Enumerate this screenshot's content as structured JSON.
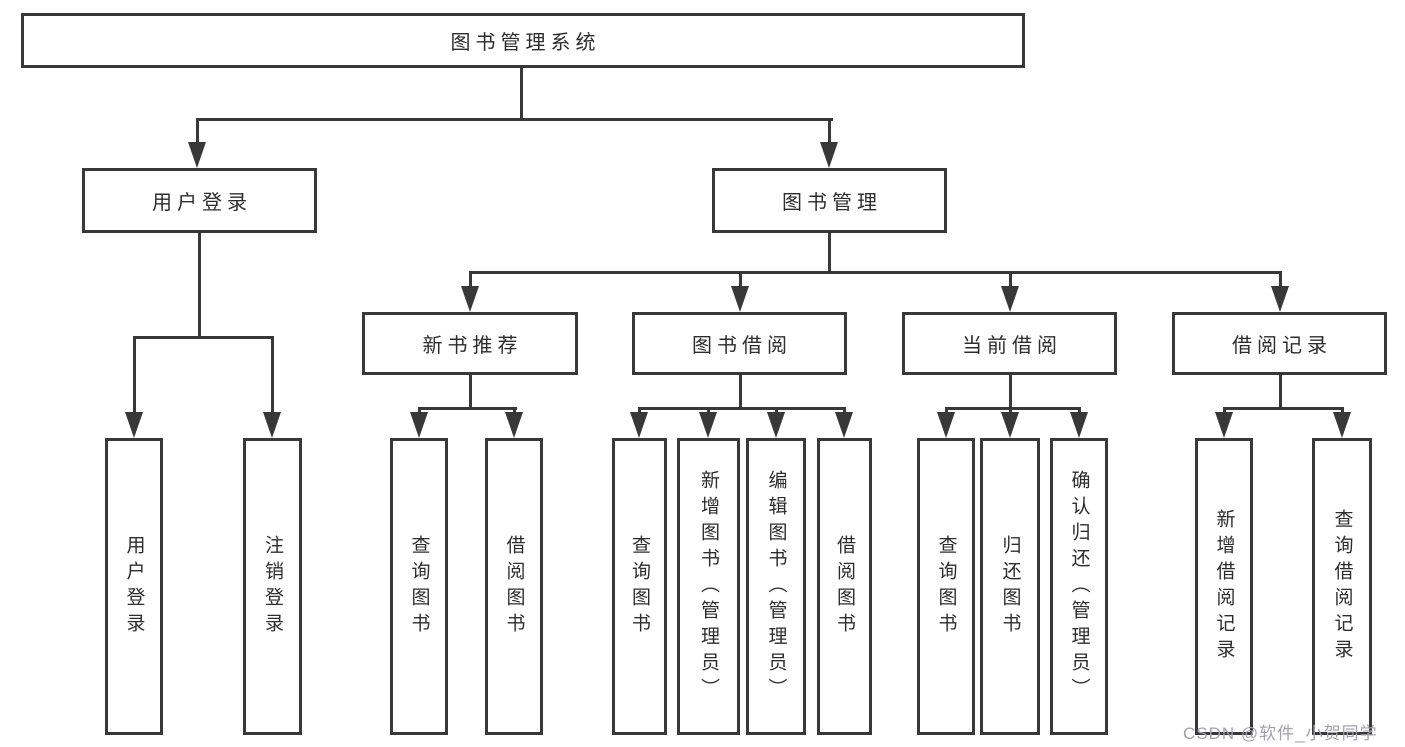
{
  "diagram": {
    "title": "图书管理系统",
    "colors": {
      "line": "#383838",
      "text": "#2d2d2d",
      "box_background": "#ffffff",
      "watermark": "#a2a2ac"
    },
    "nodes": {
      "root": "图书管理系统",
      "level2": {
        "user_login": "用户登录",
        "book_management": "图书管理"
      },
      "level3": {
        "new_book_recommend": "新书推荐",
        "book_borrowing": "图书借阅",
        "current_borrowing": "当前借阅",
        "borrowing_records": "借阅记录"
      },
      "leaves": {
        "user_login": "用户登录",
        "logout": "注销登录",
        "query_books_a": "查询图书",
        "borrow_books_a": "借阅图书",
        "query_books_b": "查询图书",
        "add_books_admin": "新增图书（管理员）",
        "edit_books_admin": "编辑图书（管理员）",
        "borrow_books_b": "借阅图书",
        "query_books_c": "查询图书",
        "return_books": "归还图书",
        "confirm_return_admin": "确认归还（管理员）",
        "add_borrow_record": "新增借阅记录",
        "query_borrow_record": "查询借阅记录"
      }
    },
    "watermark": "CSDN @软件_小贺同学"
  }
}
